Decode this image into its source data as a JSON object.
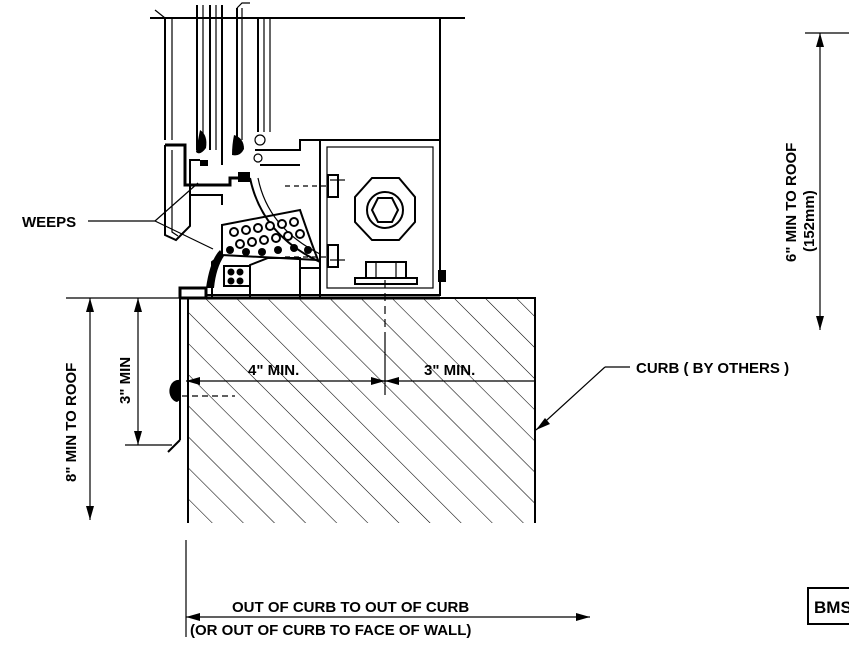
{
  "labels": {
    "weeps": "WEEPS",
    "eight_min": "8\" MIN TO ROOF",
    "three_min_vert": "3\" MIN",
    "four_min": "4\" MIN.",
    "three_min_horiz": "3\" MIN.",
    "six_min_line1": "6\" MIN TO ROOF",
    "six_min_line2": "(152mm)",
    "curb": "CURB ( BY OTHERS )",
    "bottom_line1": "OUT OF CURB TO OUT OF CURB",
    "bottom_line2": "(OR OUT OF CURB TO FACE OF WALL)",
    "brand": "BMS"
  },
  "colors": {
    "ink": "#000000",
    "paper": "#ffffff"
  }
}
